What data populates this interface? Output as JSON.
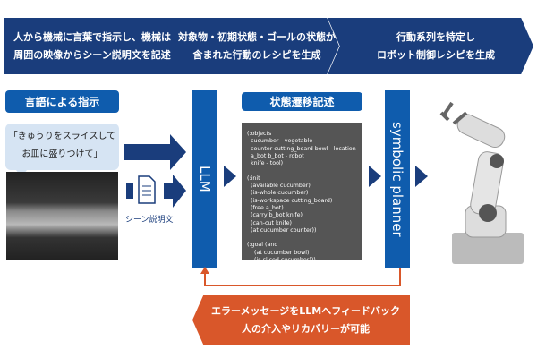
{
  "steps": [
    {
      "line1": "人から機械に言葉で指示し、機械は",
      "line2": "周囲の映像からシーン説明文を記述"
    },
    {
      "line1": "対象物・初期状態・ゴールの状態が",
      "line2": "含まれた行動のレシピを生成"
    },
    {
      "line1": "行動系列を特定し",
      "line2": "ロボット制御レシピを生成"
    }
  ],
  "instruction_label": "言語による指示",
  "instruction_text_1": "「きゅうりをスライスして",
  "instruction_text_2": "お皿に盛りつけて」",
  "scene_description_label": "シーン説明文",
  "llm_label": "LLM",
  "state_label": "状態遷移記述",
  "planner_label": "symbolic planner",
  "code": "(:objects\n  cucumber - vegetable\n  counter cutting_board bowl - location\n  a_bot b_bot - robot\n  knife - tool)\n\n(:init\n  (available cucumber)\n  (is-whole cucumber)\n  (is-workspace cutting_board)\n  (free a_bot)\n  (carry b_bot knife)\n  (can-cut knife)\n  (at cucumber counter))\n\n(:goal (and\n    (at cucumber bowl)\n    (is-sliced cucumber)))",
  "feedback_1": "エラーメッセージをLLMへフィードバック",
  "feedback_2": "人の介入やリカバリーが可能",
  "colors": {
    "navy": "#1a3d7c",
    "blue": "#0f5cad",
    "orange": "#d9572a"
  }
}
